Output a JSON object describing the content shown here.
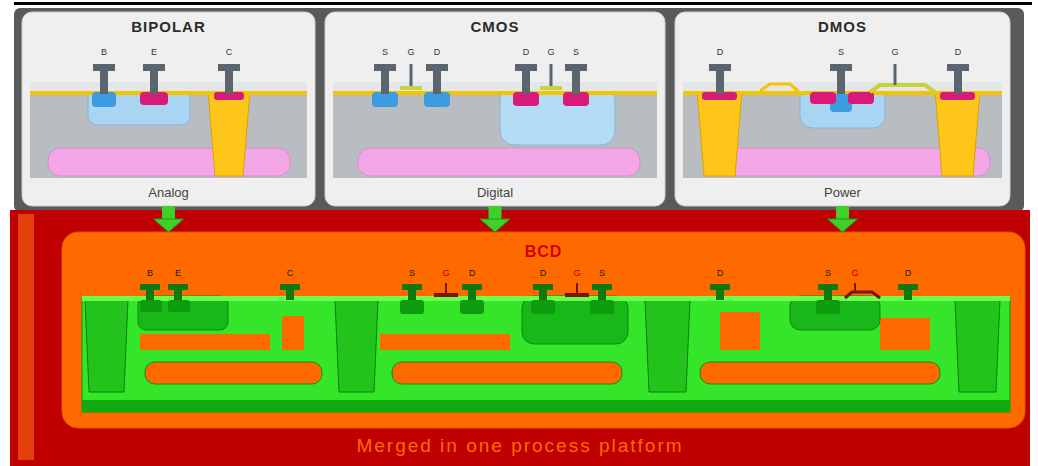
{
  "diagram": {
    "nodes": [
      {
        "text": [
          "BIPOLAR",
          "Analog"
        ]
      },
      {
        "text": [
          "CMOS",
          "Digital"
        ]
      },
      {
        "text": [
          "DMOS",
          "Power"
        ]
      },
      {
        "text": [
          "Merged in one process platform"
        ]
      },
      {
        "text": [
          "BCD"
        ],
        "in": 3
      }
    ],
    "edges": [
      {
        "from": 0,
        "to": 4,
        "arrow": "to"
      },
      {
        "from": 1,
        "to": 4,
        "arrow": "to"
      },
      {
        "from": 2,
        "to": 4,
        "arrow": "to"
      }
    ],
    "labels": [
      "B",
      "E",
      "C",
      "S",
      "G",
      "D",
      "D",
      "G",
      "S",
      "D",
      "S",
      "G",
      "D",
      "B",
      "E",
      "C",
      "S",
      "G",
      "D",
      "D",
      "G",
      "S",
      "D",
      "S",
      "G",
      "D"
    ]
  }
}
